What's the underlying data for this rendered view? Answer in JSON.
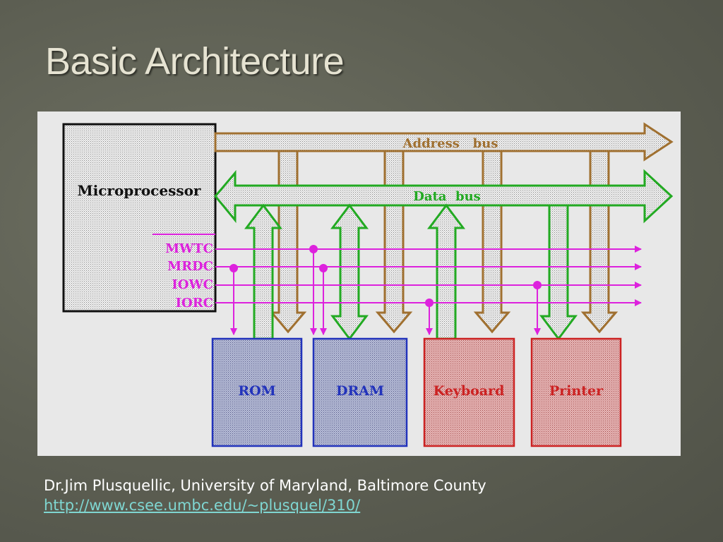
{
  "slide": {
    "title": "Basic Architecture",
    "footer_author": "Dr.Jim Plusquellic, University of Maryland, Baltimore County",
    "footer_link": "http://www.csee.umbc.edu/~plusquel/310/"
  },
  "diagram": {
    "cpu_label": "Microprocessor",
    "address_bus_label": "Address   bus",
    "data_bus_label": "Data  bus",
    "control_signals": [
      "MWTC",
      "MRDC",
      "IOWC",
      "IORC"
    ],
    "devices": [
      "ROM",
      "DRAM",
      "Keyboard",
      "Printer"
    ],
    "colors": {
      "address_bus": "#a07030",
      "data_bus": "#22aa22",
      "control": "#dd22dd",
      "memory": "#2233bb",
      "io": "#cc2222"
    }
  }
}
